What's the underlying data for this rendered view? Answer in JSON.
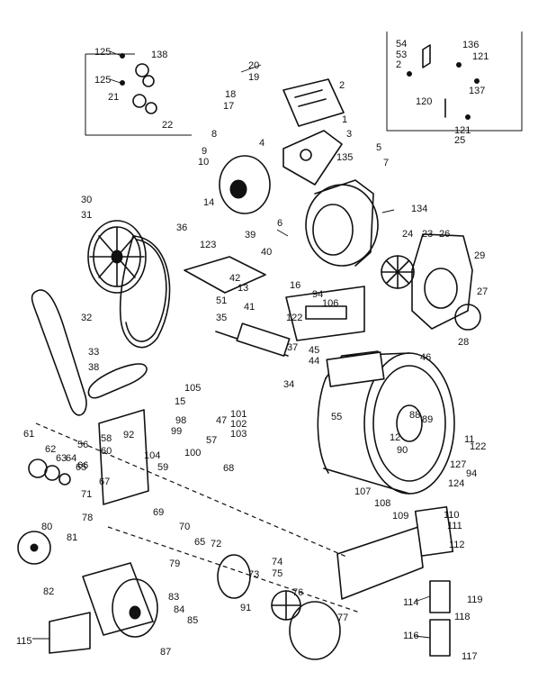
{
  "title": "",
  "part_numbers": [
    "125",
    "138",
    "125",
    "21",
    "22",
    "20",
    "19",
    "18",
    "17",
    "2",
    "1",
    "3",
    "8",
    "9",
    "10",
    "4",
    "14",
    "135",
    "5",
    "7",
    "54",
    "53",
    "2",
    "136",
    "121",
    "137",
    "120",
    "121",
    "25",
    "30",
    "31",
    "36",
    "123",
    "42",
    "13",
    "51",
    "39",
    "40",
    "6",
    "134",
    "24",
    "23",
    "26",
    "29",
    "27",
    "28",
    "32",
    "33",
    "38",
    "35",
    "41",
    "16",
    "122",
    "94",
    "106",
    "37",
    "45",
    "44",
    "46",
    "34",
    "105",
    "15",
    "101",
    "102",
    "103",
    "47",
    "98",
    "99",
    "92",
    "104",
    "100",
    "59",
    "57",
    "68",
    "61",
    "62",
    "63",
    "64",
    "65",
    "58",
    "60",
    "56",
    "66",
    "71",
    "67",
    "69",
    "78",
    "55",
    "88",
    "89",
    "12",
    "90",
    "11",
    "122",
    "127",
    "94",
    "124",
    "107",
    "108",
    "109",
    "110",
    "111",
    "112",
    "80",
    "81",
    "82",
    "70",
    "65",
    "72",
    "79",
    "74",
    "73",
    "75",
    "76",
    "77",
    "91",
    "83",
    "84",
    "85",
    "87",
    "115",
    "114",
    "116",
    "119",
    "118",
    "117"
  ]
}
